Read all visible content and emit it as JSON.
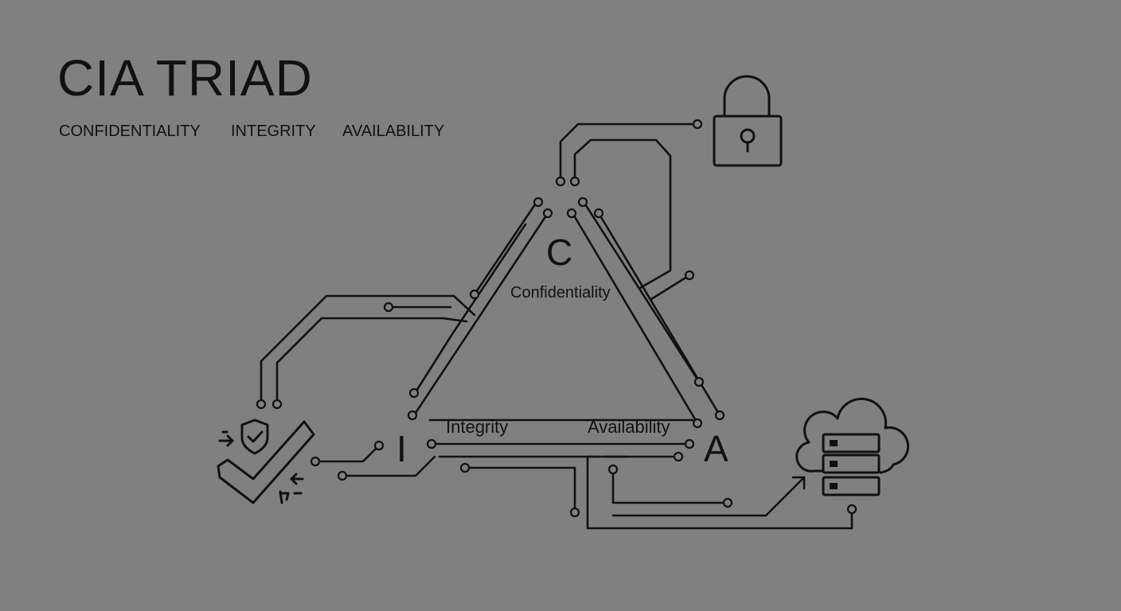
{
  "header": {
    "title": "CIA TRIAD",
    "items": [
      "CONFIDENTIALITY",
      "INTEGRITY",
      "AVAILABILITY"
    ]
  },
  "diagram": {
    "vertices": {
      "c": {
        "letter": "C",
        "label": "Confidentiality"
      },
      "i": {
        "letter": "I",
        "label": "Integrity"
      },
      "a": {
        "letter": "A",
        "label": "Availability"
      }
    },
    "icons": {
      "confidentiality": "padlock-icon",
      "integrity": "shield-check-icon",
      "availability": "cloud-server-icon"
    }
  },
  "colors": {
    "background": "#808080",
    "ink": "#111111"
  }
}
